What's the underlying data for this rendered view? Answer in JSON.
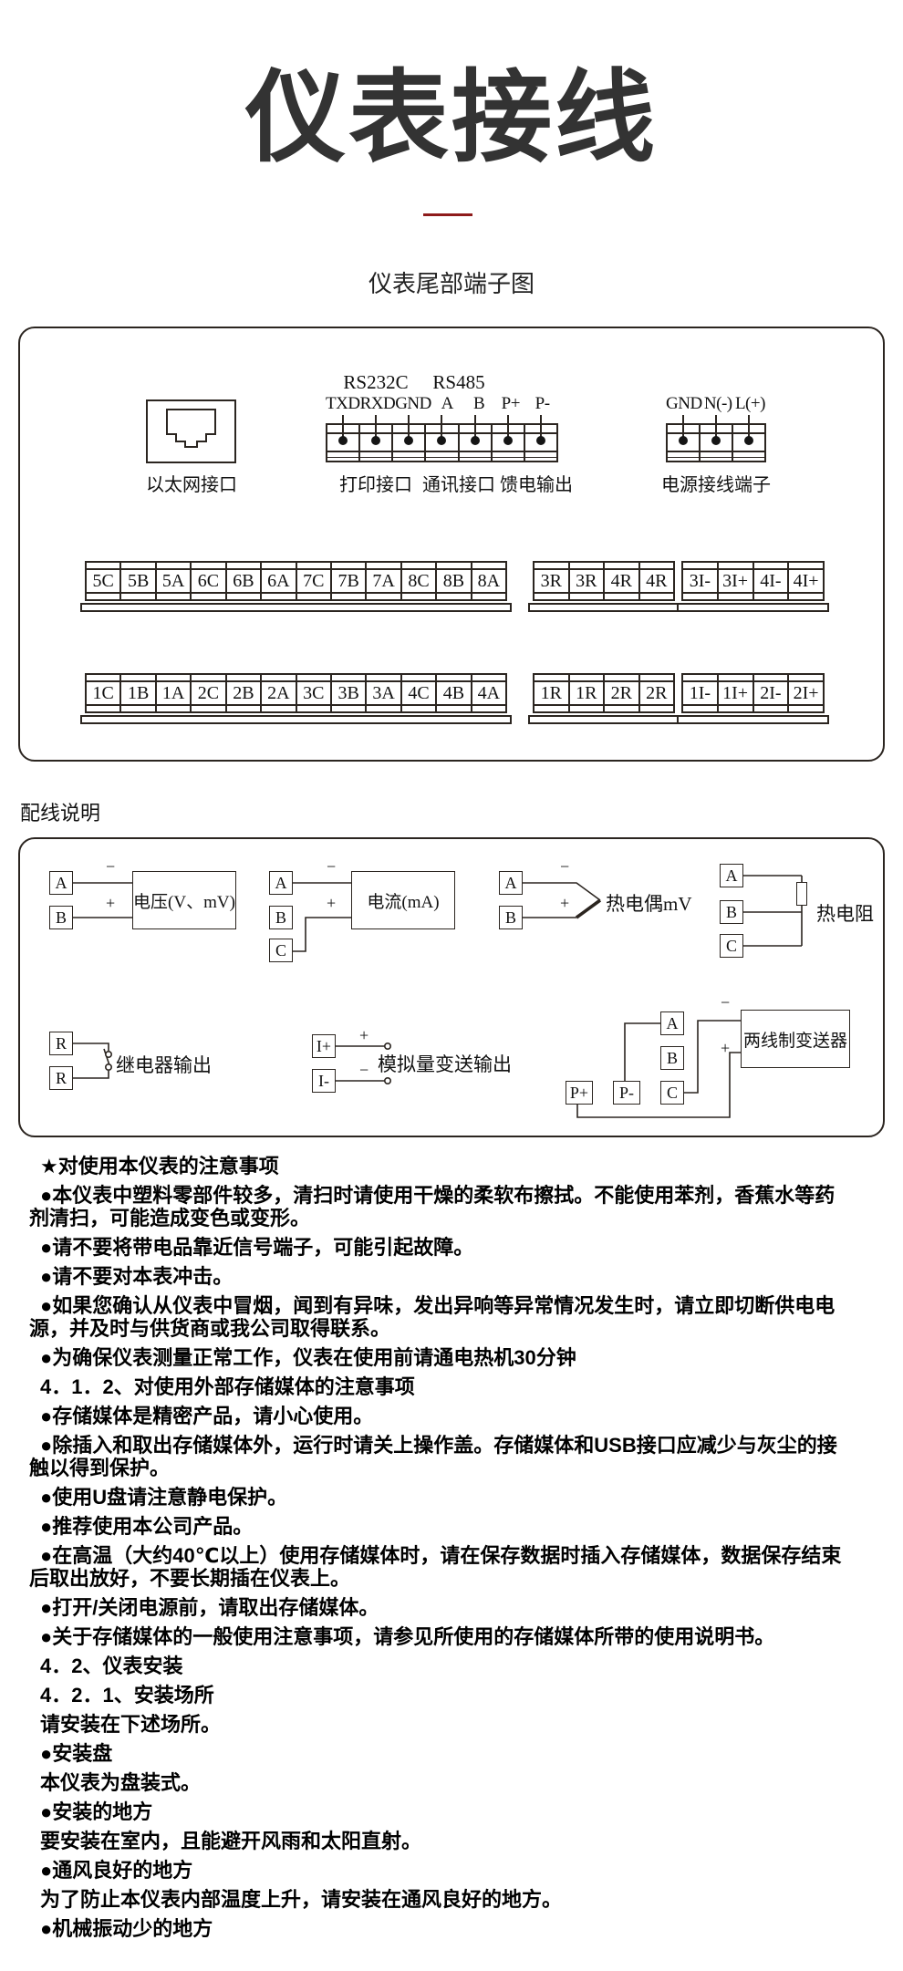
{
  "header": {
    "title": "仪表接线",
    "subtitle": "仪表尾部端子图"
  },
  "colors": {
    "accent_red": "#8e1b1b",
    "ink": "#2b2520"
  },
  "terminal_panel": {
    "ethernet_label": "以太网接口",
    "comm": {
      "rs232c": "RS232C",
      "rs485": "RS485",
      "pins": [
        "TXD",
        "RXD",
        "GND",
        "A",
        "B",
        "P+",
        "P-"
      ],
      "captions": [
        "打印接口",
        "通讯接口",
        "馈电输出"
      ]
    },
    "power": {
      "pins": [
        "GND",
        "N(-)",
        "L(+)"
      ],
      "caption": "电源接线端子"
    },
    "strip_rows": {
      "row1": {
        "main": [
          "5C",
          "5B",
          "5A",
          "6C",
          "6B",
          "6A",
          "7C",
          "7B",
          "7A",
          "8C",
          "8B",
          "8A"
        ],
        "relay": [
          "3R",
          "3R",
          "4R",
          "4R"
        ],
        "current": [
          "3I-",
          "3I+",
          "4I-",
          "4I+"
        ]
      },
      "row2": {
        "main": [
          "1C",
          "1B",
          "1A",
          "2C",
          "2B",
          "2A",
          "3C",
          "3B",
          "3A",
          "4C",
          "4B",
          "4A"
        ],
        "relay": [
          "1R",
          "1R",
          "2R",
          "2R"
        ],
        "current": [
          "1I-",
          "1I+",
          "2I-",
          "2I+"
        ]
      }
    }
  },
  "wiring": {
    "section_label": "配线说明",
    "voltage": {
      "terminals": [
        "A",
        "B"
      ],
      "label": "电压(V、mV)",
      "minus": "−",
      "plus": "+"
    },
    "current": {
      "terminals": [
        "A",
        "B",
        "C"
      ],
      "label": "电流(mA)",
      "minus": "−",
      "plus": "+"
    },
    "thermocouple": {
      "terminals": [
        "A",
        "B"
      ],
      "label": "热电偶mV",
      "minus": "−",
      "plus": "+"
    },
    "rtd": {
      "terminals": [
        "A",
        "B",
        "C"
      ],
      "label": "热电阻"
    },
    "relay": {
      "terminals": [
        "R",
        "R"
      ],
      "label": "继电器输出"
    },
    "analog_out": {
      "terminals": [
        "I+",
        "I-"
      ],
      "label": "模拟量变送输出",
      "plus": "+",
      "minus": "−"
    },
    "transmitter": {
      "terminals": [
        "A",
        "B",
        "C"
      ],
      "power_terminals": [
        "P+",
        "P-"
      ],
      "label": "两线制变送器",
      "minus": "−",
      "plus": "+"
    }
  },
  "notes": {
    "lines": [
      "★对使用本仪表的注意事项",
      "●本仪表中塑料零部件较多，清扫时请使用干燥的柔软布擦拭。不能使用苯剂，香蕉水等药剂清扫，可能造成变色或变形。",
      "●请不要将带电品靠近信号端子，可能引起故障。",
      "●请不要对本表冲击。",
      "●如果您确认从仪表中冒烟，闻到有异味，发出异响等异常情况发生时，请立即切断供电电源，并及时与供货商或我公司取得联系。",
      "●为确保仪表测量正常工作，仪表在使用前请通电热机30分钟",
      "4．1．2、对使用外部存储媒体的注意事项",
      "●存储媒体是精密产品，请小心使用。",
      "●除插入和取出存储媒体外，运行时请关上操作盖。存储媒体和USB接口应减少与灰尘的接触以得到保护。",
      "●使用U盘请注意静电保护。",
      "●推荐使用本公司产品。",
      "●在高温（大约40℃以上）使用存储媒体时，请在保存数据时插入存储媒体，数据保存结束后取出放好，不要长期插在仪表上。",
      "●打开/关闭电源前，请取出存储媒体。",
      "●关于存储媒体的一般使用注意事项，请参见所使用的存储媒体所带的使用说明书。",
      "4．2、仪表安装",
      "4．2．1、安装场所",
      "请安装在下述场所。",
      "●安装盘",
      "本仪表为盘装式。",
      "●安装的地方",
      "要安装在室内，且能避开风雨和太阳直射。",
      "●通风良好的地方",
      "为了防止本仪表内部温度上升，请安装在通风良好的地方。",
      "●机械振动少的地方"
    ]
  }
}
